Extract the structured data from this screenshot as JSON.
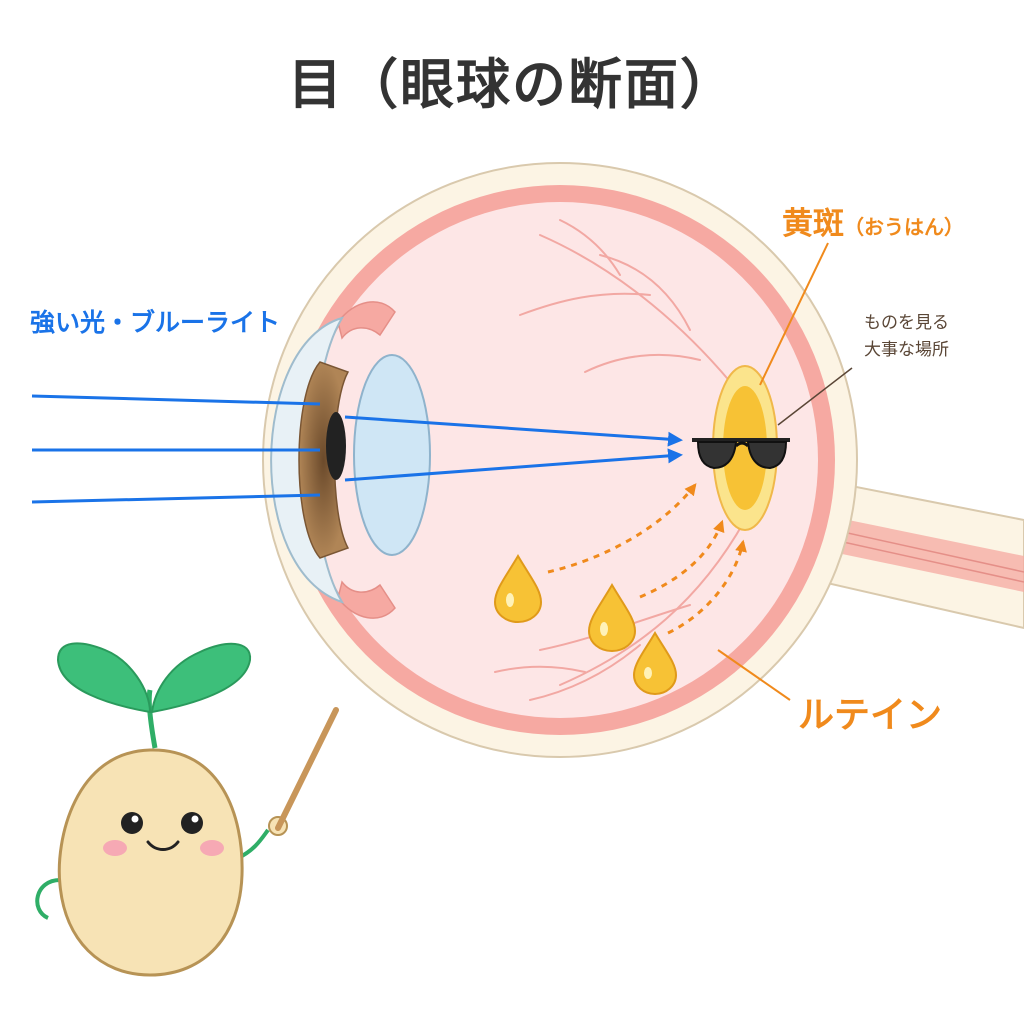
{
  "title": "目（眼球の断面）",
  "labels": {
    "blue_light": "強い光・ブルーライト",
    "macula": "黄斑",
    "macula_reading": "（おうはん）",
    "macula_note_line1": "ものを見る",
    "macula_note_line2": "大事な場所",
    "lutein": "ルテイン"
  },
  "colors": {
    "light_ray": "#1a73e8",
    "accent_orange": "#f08a1c",
    "macula_yellow": "#f7c235",
    "retina_pink": "#f6a9a2",
    "eye_interior": "#fde6e6",
    "sclera": "#fcf4e4",
    "iris_brown": "#a67c52",
    "lens_blue": "#cfe6f5",
    "sprout_green": "#3dbf7a",
    "seed_body": "#f7e3b5"
  },
  "icons": [
    "sunglasses-icon",
    "lutein-drop-icon",
    "sprout-character-icon",
    "pointer-stick-icon"
  ]
}
